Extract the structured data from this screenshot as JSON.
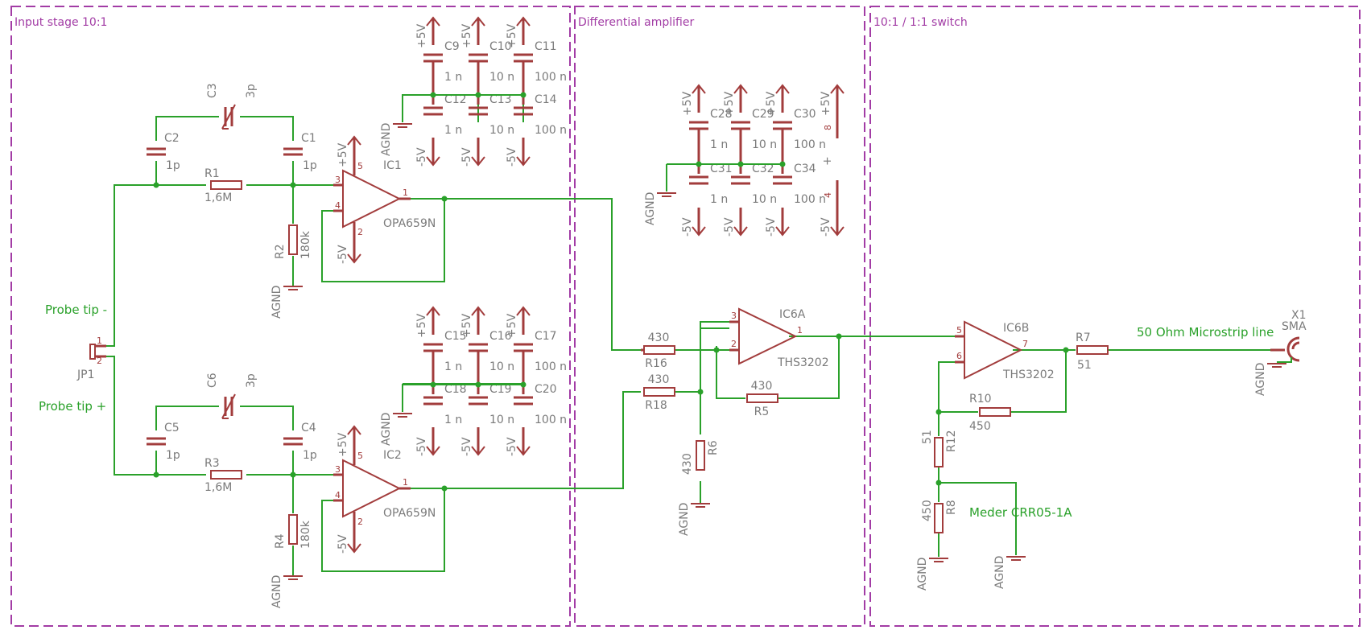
{
  "frames": {
    "input_stage": "Input stage 10:1",
    "diff_amp": "Differential amplifier",
    "switch": "10:1 / 1:1 switch"
  },
  "nets": {
    "probe_tip_minus": "Probe tip -",
    "probe_tip_plus": "Probe tip +",
    "microstrip": "50 Ohm Microstrip line",
    "meder": "Meder CRR05-1A"
  },
  "power": {
    "pos": "+5V",
    "neg": "-5V",
    "gnd": "AGND"
  },
  "parts": {
    "C1": {
      "name": "C1",
      "value": "1p"
    },
    "C2": {
      "name": "C2",
      "value": "1p"
    },
    "C3": {
      "name": "C3",
      "value": "3p"
    },
    "C4": {
      "name": "C4",
      "value": "1p"
    },
    "C5": {
      "name": "C5",
      "value": "1p"
    },
    "C6": {
      "name": "C6",
      "value": "3p"
    },
    "R1": {
      "name": "R1",
      "value": "1,6M"
    },
    "R2": {
      "name": "R2",
      "value": "180k"
    },
    "R3": {
      "name": "R3",
      "value": "1,6M"
    },
    "R4": {
      "name": "R4",
      "value": "180k"
    },
    "R5": {
      "name": "R5",
      "value": "430"
    },
    "R6": {
      "name": "R6",
      "value": "430"
    },
    "R7": {
      "name": "R7",
      "value": "51"
    },
    "R8": {
      "name": "R8",
      "value": "450"
    },
    "R10": {
      "name": "R10",
      "value": "450"
    },
    "R12": {
      "name": "R12",
      "value": "51"
    },
    "R16": {
      "name": "R16",
      "value": "430"
    },
    "R18": {
      "name": "R18",
      "value": "430"
    },
    "IC1": {
      "name": "IC1",
      "value": "OPA659N"
    },
    "IC2": {
      "name": "IC2",
      "value": "OPA659N"
    },
    "IC6A": {
      "name": "IC6A",
      "value": "THS3202"
    },
    "IC6B": {
      "name": "IC6B",
      "value": "THS3202"
    },
    "JP1": {
      "name": "JP1"
    },
    "X1": {
      "name": "X1",
      "value": "SMA"
    }
  },
  "decoupling": {
    "ic1_top": [
      {
        "name": "C9",
        "value": "1 n"
      },
      {
        "name": "C10",
        "value": "10 n"
      },
      {
        "name": "C11",
        "value": "100 n"
      }
    ],
    "ic1_bot": [
      {
        "name": "C12",
        "value": "1 n"
      },
      {
        "name": "C13",
        "value": "10 n"
      },
      {
        "name": "C14",
        "value": "100 n"
      }
    ],
    "ic2_top": [
      {
        "name": "C15",
        "value": "1 n"
      },
      {
        "name": "C16",
        "value": "10 n"
      },
      {
        "name": "C17",
        "value": "100 n"
      }
    ],
    "ic2_bot": [
      {
        "name": "C18",
        "value": "1 n"
      },
      {
        "name": "C19",
        "value": "10 n"
      },
      {
        "name": "C20",
        "value": "100 n"
      }
    ],
    "ic6_top": [
      {
        "name": "C28",
        "value": "1 n"
      },
      {
        "name": "C29",
        "value": "10 n"
      },
      {
        "name": "C30",
        "value": "100 n"
      }
    ],
    "ic6_bot": [
      {
        "name": "C31",
        "value": "1 n"
      },
      {
        "name": "C32",
        "value": "10 n"
      },
      {
        "name": "C34",
        "value": "100 n"
      }
    ]
  },
  "pins": {
    "p1": "1",
    "p2": "2",
    "p3": "3",
    "p4": "4",
    "p5": "5",
    "p6": "6",
    "p7": "7",
    "p8": "8"
  },
  "colors": {
    "frame": "#a23ca5",
    "wire": "#2aa12a",
    "component": "#a23c3c",
    "label": "#7b7b7b"
  }
}
